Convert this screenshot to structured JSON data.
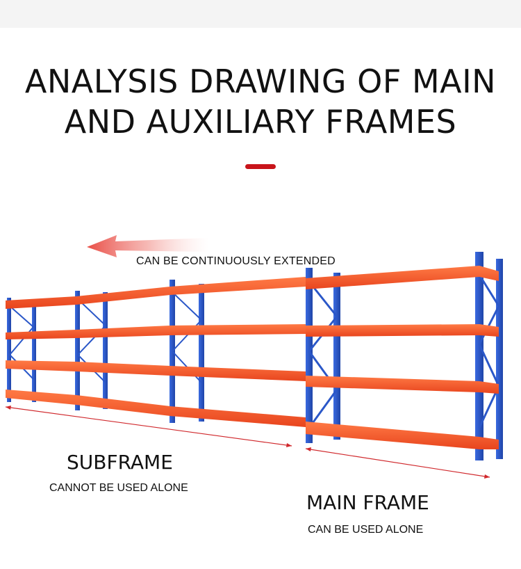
{
  "heading": {
    "line1": "ANALYSIS DRAWING OF MAIN",
    "line2": "AND AUXILIARY FRAMES"
  },
  "extend_label": "CAN BE CONTINUOUSLY EXTENDED",
  "subframe": {
    "title": "SUBFRAME",
    "note": "CANNOT BE USED ALONE"
  },
  "main_frame": {
    "title": "MAIN FRAME",
    "note": "CAN BE USED ALONE"
  },
  "colors": {
    "accent": "#c8141a",
    "upright": "#2a57c8",
    "beam": "#f0542a",
    "dimension": "#d0282c"
  },
  "icons": {
    "extend_arrow": "left-arrow-icon"
  }
}
